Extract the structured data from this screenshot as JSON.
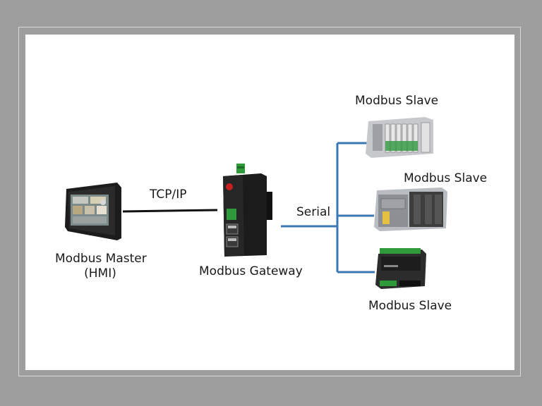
{
  "diagram": {
    "master_label_line1": "Modbus Master",
    "master_label_line2": "(HMI)",
    "tcp_label": "TCP/IP",
    "gateway_label": "Modbus Gateway",
    "serial_label": "Serial",
    "slaves": [
      {
        "label": "Modbus Slave"
      },
      {
        "label": "Modbus Slave"
      },
      {
        "label": "Modbus Slave"
      }
    ]
  },
  "colors": {
    "background": "#9e9e9e",
    "panel": "#ffffff",
    "tcp_line": "#111111",
    "serial_line": "#3a78b5",
    "text": "#1a1a1a"
  },
  "icons": [
    "hmi-touchscreen-icon",
    "gateway-device-icon",
    "plc-rack-icon",
    "io-module-icon",
    "din-rail-controller-icon"
  ]
}
